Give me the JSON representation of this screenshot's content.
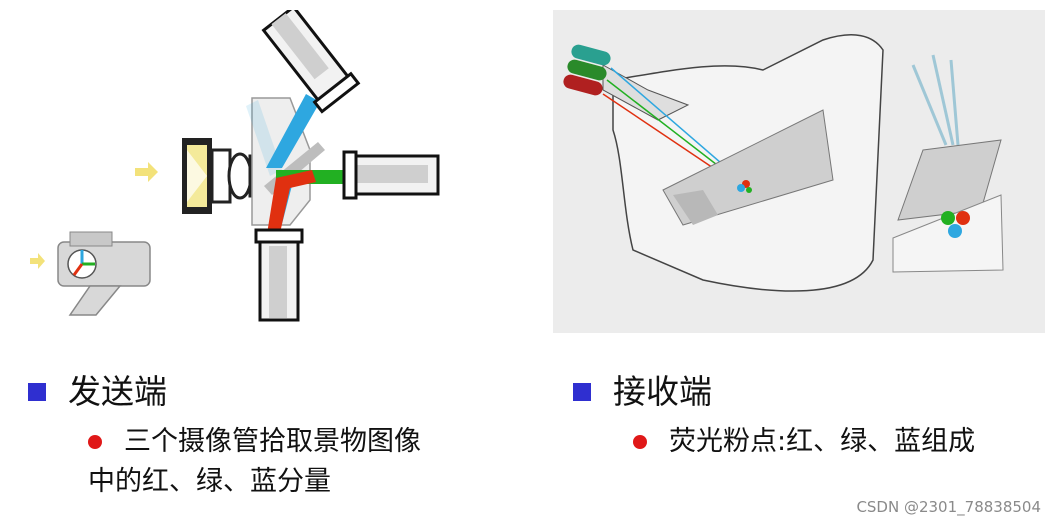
{
  "colors": {
    "bullet_square": "#2f2fd0",
    "bullet_dot": "#e01818",
    "beam_blue": "#2ea7e0",
    "beam_green": "#22b022",
    "beam_red": "#e03010",
    "arrow_yellow": "#f3e27a"
  },
  "left": {
    "heading": "发送端",
    "detail_lines": [
      "三个摄像管拾取景物图像",
      "中的红、绿、蓝分量"
    ]
  },
  "right": {
    "heading": "接收端",
    "detail_lines": [
      "荧光粉点:红、绿、蓝组成"
    ]
  },
  "watermark": "CSDN @2301_78838504"
}
